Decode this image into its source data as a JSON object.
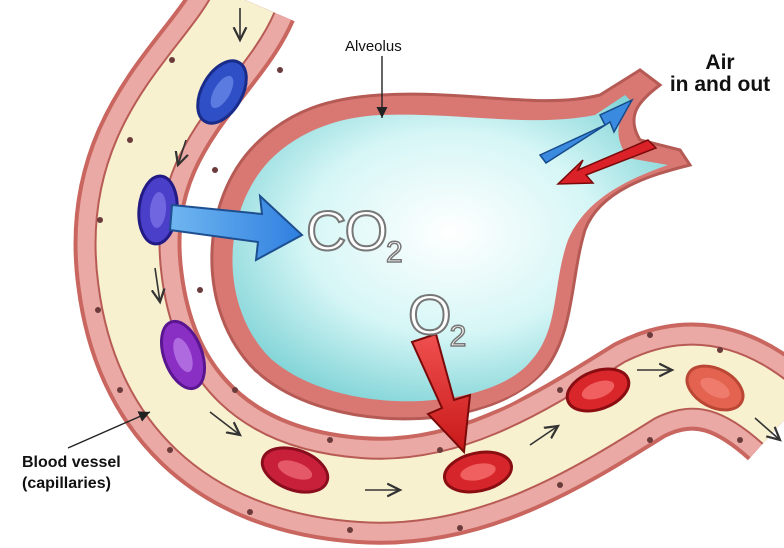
{
  "labels": {
    "alveolus": "Alveolus",
    "air_line1": "Air",
    "air_line2": "in and out",
    "vessel_line1": "Blood vessel",
    "vessel_line2": "(capillaries)"
  },
  "gases": {
    "co2_main": "CO",
    "co2_sub": "2",
    "o2_main": "O",
    "o2_sub": "2"
  },
  "colors": {
    "vessel_wall": "#e8a3a0",
    "vessel_lumen": "#f6f0c8",
    "alveolus_fill": "#bfeff0",
    "deoxygenated_cell": "#3d52c9",
    "transition_cell": "#8a2fc4",
    "oxygenated_cell": "#d6262b",
    "co2_arrow": "#3a8ae0",
    "o2_arrow": "#d92127"
  }
}
